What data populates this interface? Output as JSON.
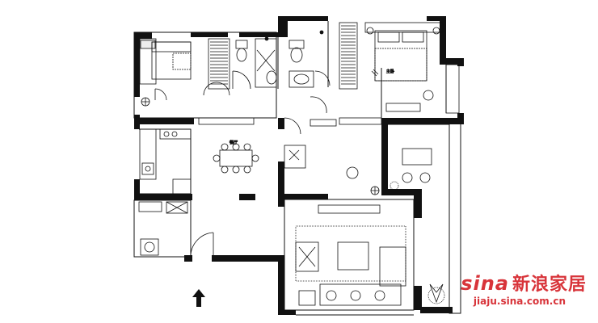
{
  "labels": {
    "dining": "餐厅",
    "master_bed": "主卧"
  },
  "watermark": {
    "logo": "sina",
    "brand": "新浪家居",
    "url": "jiaju.sina.com.cn",
    "color": "#d8343a"
  },
  "icons": {
    "entrance": "arrow-up-icon"
  }
}
